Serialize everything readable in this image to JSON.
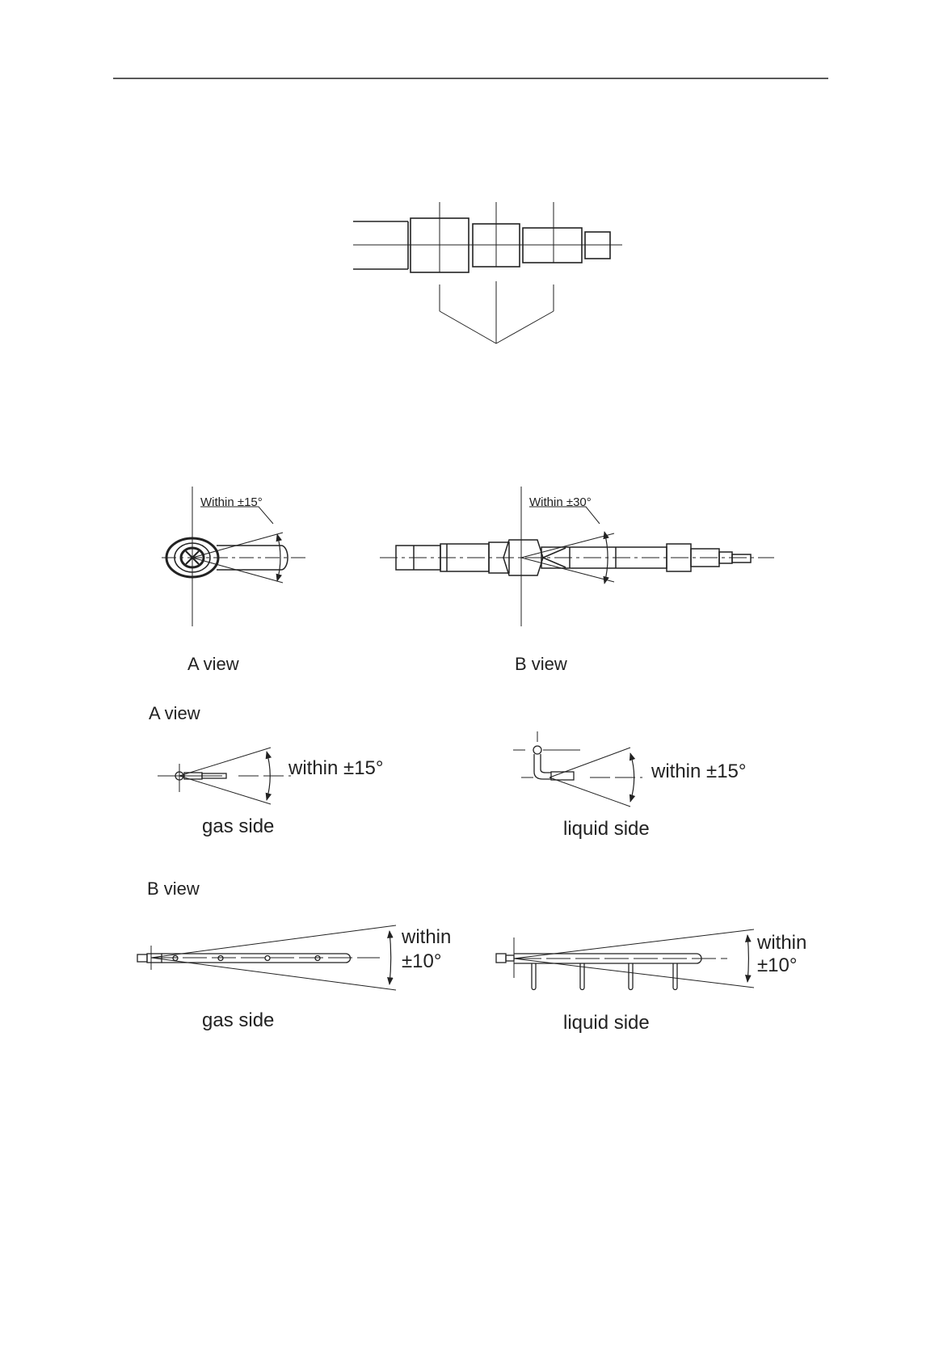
{
  "colors": {
    "ink": "#222222",
    "background": "#ffffff"
  },
  "top_figure": {
    "a_view": {
      "angle_note": "Within ±15°",
      "caption": "A view"
    },
    "b_view": {
      "angle_note": "Within ±30°",
      "caption": "B view"
    }
  },
  "detail_a": {
    "heading": "A view",
    "gas": {
      "angle_note": "within ±15°",
      "caption": "gas side"
    },
    "liquid": {
      "angle_note": "within ±15°",
      "caption": "liquid side"
    }
  },
  "detail_b": {
    "heading": "B view",
    "gas": {
      "angle_line1": "within",
      "angle_line2": "±10°",
      "caption": "gas side"
    },
    "liquid": {
      "angle_line1": "within",
      "angle_line2": "±10°",
      "caption": "liquid side"
    }
  }
}
